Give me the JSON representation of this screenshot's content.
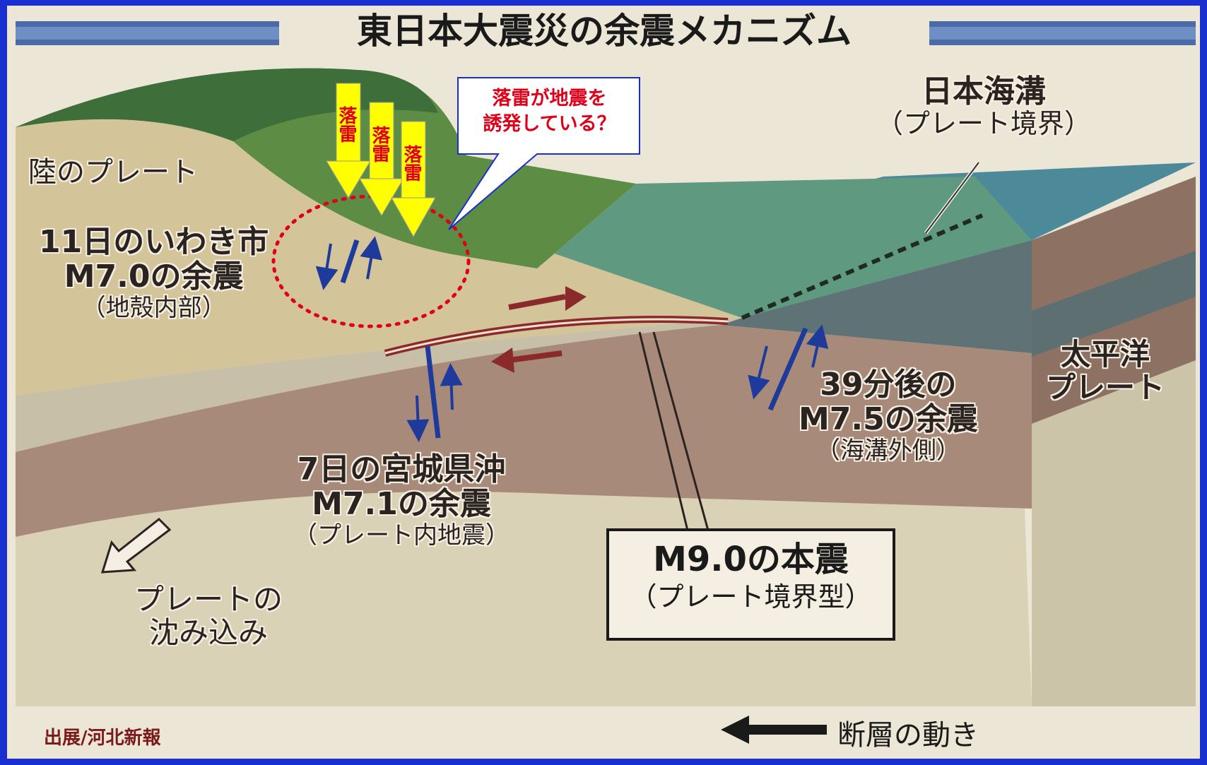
{
  "title": "東日本大震災の余震メカニズム",
  "callout": {
    "line1": "落雷が地震を",
    "line2": "誘発している？"
  },
  "lightning_label": "落雷",
  "labels": {
    "land_plate": "陸のプレート",
    "trench": {
      "line1": "日本海溝",
      "line2": "（プレート境界）"
    },
    "iwaki": {
      "line1": "11日のいわき市",
      "line2": "M7.0の余震",
      "line3": "（地殻内部）"
    },
    "pacific": {
      "line1": "太平洋",
      "line2": "プレート"
    },
    "outer": {
      "line1": "39分後の",
      "line2": "M7.5の余震",
      "line3": "（海溝外側）"
    },
    "miyagi": {
      "line1": "7日の宮城県沖",
      "line2": "M7.1の余震",
      "line3": "（プレート内地震）"
    },
    "main": {
      "line1": "M9.0の本震",
      "line2": "（プレート境界型）"
    },
    "subduction": {
      "line1": "プレートの",
      "line2": "沈み込み"
    }
  },
  "legend": "断層の動き",
  "source": "出展/河北新報",
  "colors": {
    "frame": "#1a2fd0",
    "callout_text": "#e0001a",
    "lightning_fill": "#ffff00",
    "lightning_text": "#e0001a",
    "dotted_circle": "#e0001a",
    "fault_blue": "#1e3a9a",
    "fault_red": "#8a2a2a"
  }
}
